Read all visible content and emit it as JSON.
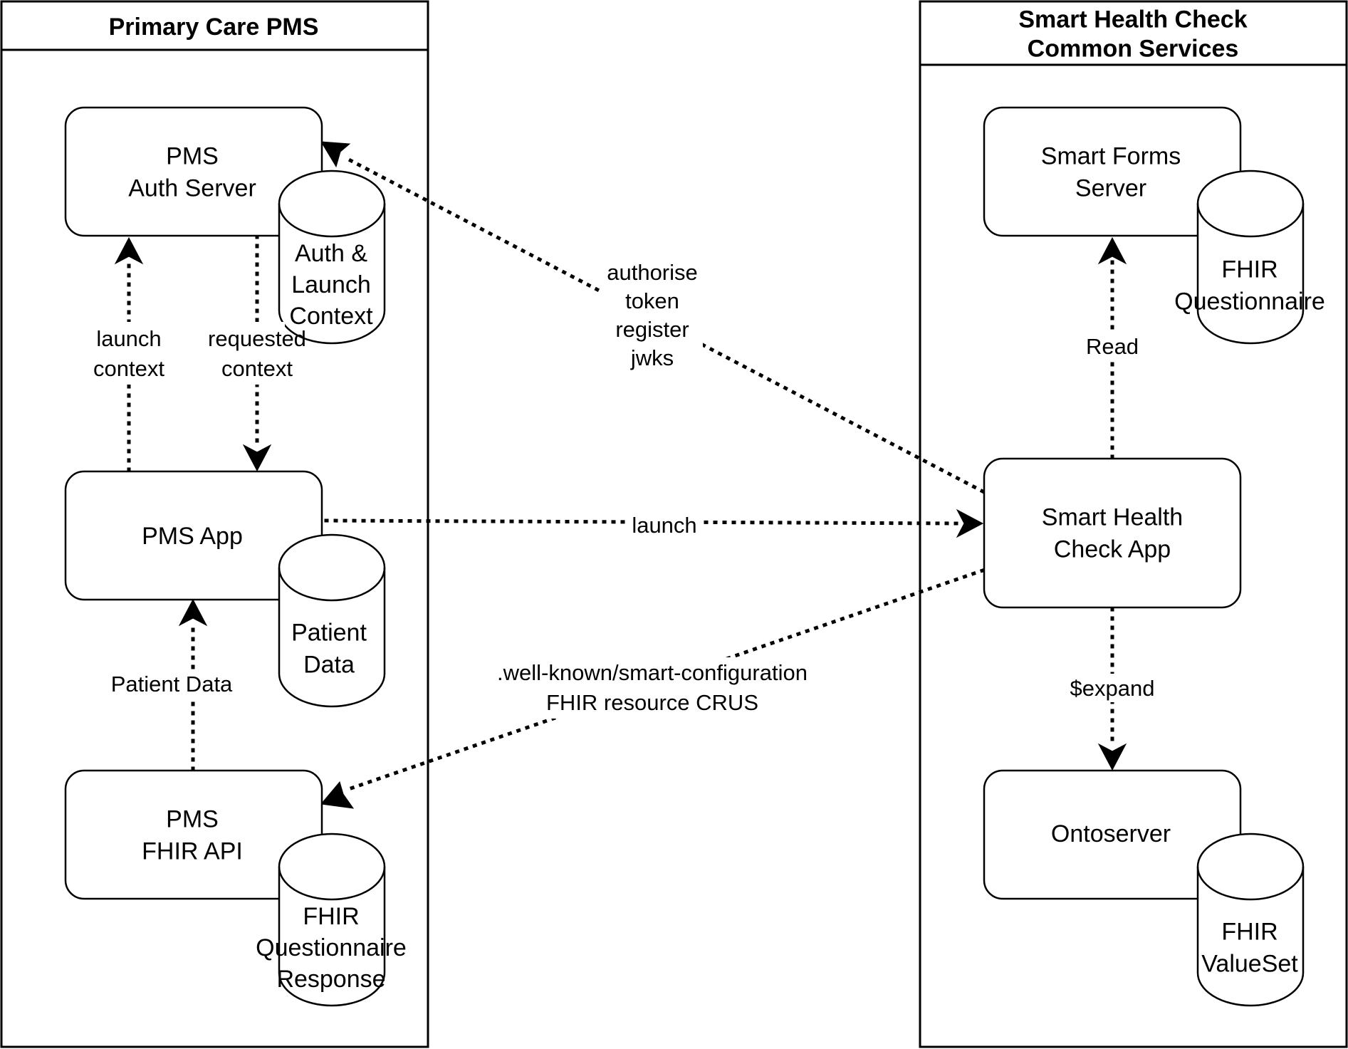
{
  "lanes": {
    "left": {
      "title": [
        "Primary Care PMS"
      ]
    },
    "right": {
      "title": [
        "Smart Health Check",
        "Common Services"
      ]
    }
  },
  "nodes": {
    "pms_auth_server": [
      "PMS",
      "Auth Server"
    ],
    "auth_launch_context": [
      "Auth &",
      "Launch",
      "Context"
    ],
    "pms_app": [
      "PMS App"
    ],
    "patient_data": [
      "Patient",
      "Data"
    ],
    "pms_fhir_api": [
      "PMS",
      "FHIR API"
    ],
    "fhir_questionnaire_response": [
      "FHIR",
      "Questionnaire",
      "Response"
    ],
    "smart_forms_server": [
      "Smart Forms",
      "Server"
    ],
    "fhir_questionnaire": [
      "FHIR",
      "Questionnaire"
    ],
    "smart_health_check_app": [
      "Smart Health",
      "Check App"
    ],
    "ontoserver": [
      "Ontoserver"
    ],
    "fhir_valueset": [
      "FHIR",
      "ValueSet"
    ]
  },
  "edges": {
    "launch_context": [
      "launch",
      "context"
    ],
    "requested_context": [
      "requested",
      "context"
    ],
    "patient_data": [
      "Patient Data"
    ],
    "auth": [
      "authorise",
      "token",
      "register",
      "jwks"
    ],
    "launch": [
      "launch"
    ],
    "wellknown": [
      ".well-known/smart-configuration",
      "FHIR resource CRUS"
    ],
    "read": [
      "Read"
    ],
    "expand": [
      "$expand"
    ]
  }
}
